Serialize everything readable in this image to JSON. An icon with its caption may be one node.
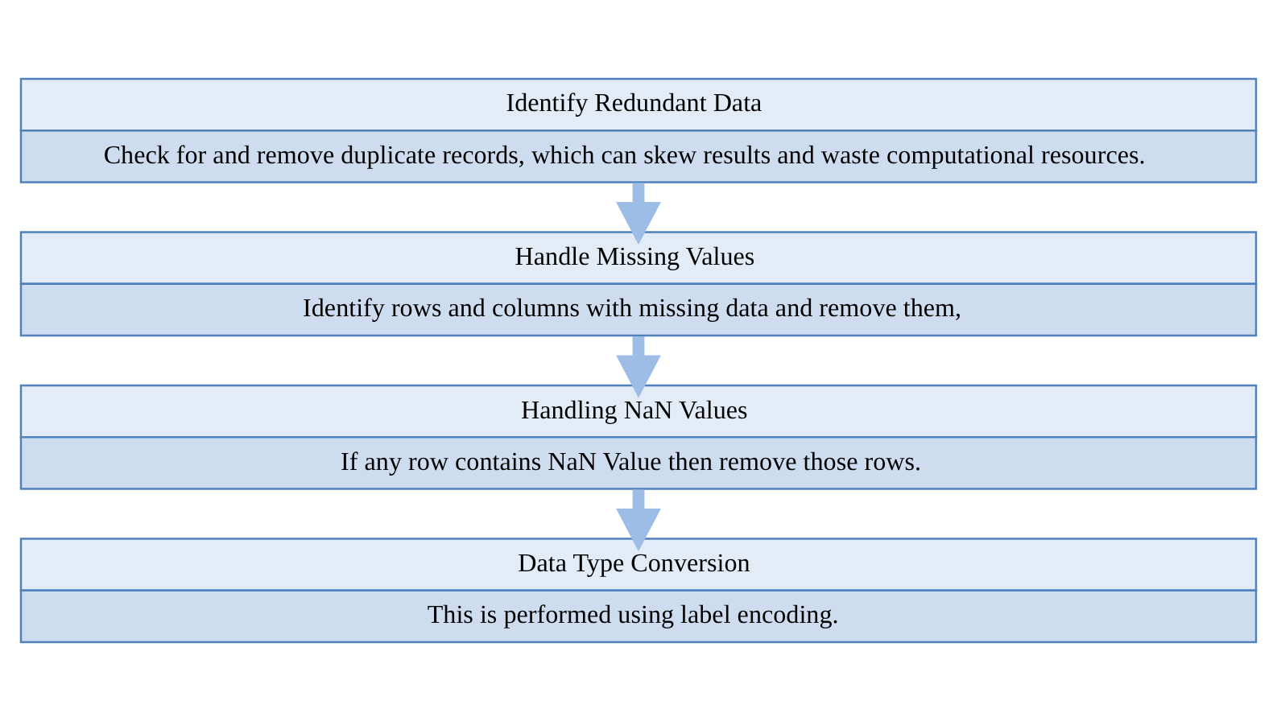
{
  "diagram": {
    "nodes": [
      {
        "text": [
          "Identify Redundant Data",
          "Check for and remove duplicate records, which can skew results and waste computational resources."
        ]
      },
      {
        "text": [
          "Handle Missing Values",
          "Identify rows and columns with missing data and remove them,"
        ]
      },
      {
        "text": [
          "Handling NaN Values",
          "If any row contains NaN Value then remove those rows."
        ]
      },
      {
        "text": [
          "Data Type Conversion",
          "This is performed using label encoding."
        ]
      }
    ],
    "edges": [
      {
        "from": 0,
        "to": 1,
        "arrow": "to"
      },
      {
        "from": 1,
        "to": 2,
        "arrow": "to"
      },
      {
        "from": 2,
        "to": 3,
        "arrow": "to"
      }
    ]
  }
}
